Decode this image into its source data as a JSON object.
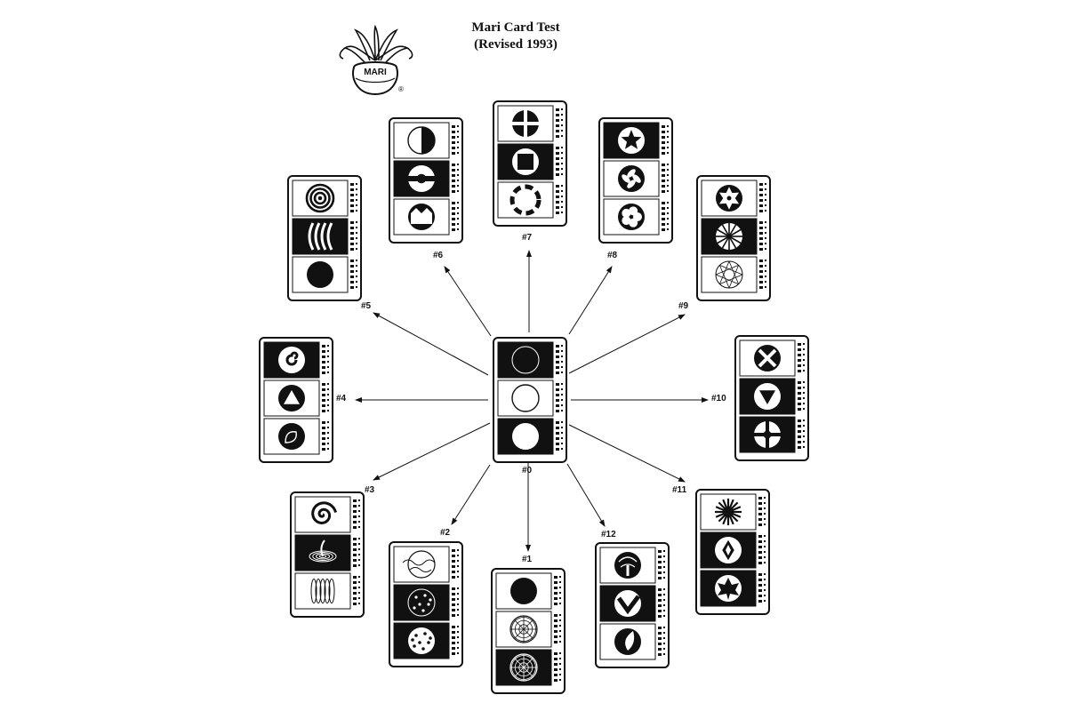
{
  "header": {
    "title_line1": "Mari Card Test",
    "title_line2": "(Revised 1993)",
    "logo_text": "MARI",
    "registered_mark": "®",
    "logo_icon": "lotus-flower-logo-icon"
  },
  "center_card": {
    "label": "#0",
    "symbols": [
      "black-circle-outlined-icon",
      "white-circle-icon",
      "white-disc-on-black-icon"
    ],
    "panels": [
      "dark",
      "light",
      "dark"
    ]
  },
  "cards": [
    {
      "label": "#1",
      "symbols": [
        "black-disc-icon",
        "web-sphere-icon",
        "dark-web-sphere-icon"
      ],
      "panels": [
        "light",
        "light",
        "dark"
      ]
    },
    {
      "label": "#2",
      "symbols": [
        "cloudy-moon-icon",
        "dotted-disc-icon",
        "dotted-white-disc-icon"
      ],
      "panels": [
        "light",
        "dark",
        "dark"
      ]
    },
    {
      "label": "#3",
      "symbols": [
        "spiral-icon",
        "whirlpool-icon",
        "coil-icon"
      ],
      "panels": [
        "light",
        "dark",
        "light"
      ]
    },
    {
      "label": "#4",
      "symbols": [
        "curl-icon",
        "triangle-up-icon",
        "leaf-outline-icon"
      ],
      "panels": [
        "dark",
        "light",
        "light"
      ]
    },
    {
      "label": "#5",
      "symbols": [
        "concentric-rings-icon",
        "wave-arcs-icon",
        "black-disc-icon"
      ],
      "panels": [
        "light",
        "dark",
        "light"
      ]
    },
    {
      "label": "#6",
      "symbols": [
        "half-disc-icon",
        "eye-disc-icon",
        "crown-disc-icon"
      ],
      "panels": [
        "light",
        "dark",
        "light"
      ]
    },
    {
      "label": "#7",
      "symbols": [
        "cross-disc-icon",
        "square-in-disc-icon",
        "notched-ring-icon"
      ],
      "panels": [
        "light",
        "dark",
        "light"
      ]
    },
    {
      "label": "#8",
      "symbols": [
        "star-in-disc-icon",
        "pinwheel-icon",
        "flower-icon"
      ],
      "panels": [
        "dark",
        "light",
        "light"
      ]
    },
    {
      "label": "#9",
      "symbols": [
        "six-point-star-icon",
        "starburst-icon",
        "geodesic-ring-icon"
      ],
      "panels": [
        "light",
        "dark",
        "light"
      ]
    },
    {
      "label": "#10",
      "symbols": [
        "x-in-disc-icon",
        "triangle-down-icon",
        "cross-target-icon"
      ],
      "panels": [
        "light",
        "dark",
        "dark"
      ]
    },
    {
      "label": "#11",
      "symbols": [
        "feather-burst-icon",
        "diamond-eye-icon",
        "maple-leaf-icon"
      ],
      "panels": [
        "light",
        "dark",
        "dark"
      ]
    },
    {
      "label": "#12",
      "symbols": [
        "tree-disc-icon",
        "check-disc-icon",
        "flame-disc-icon"
      ],
      "panels": [
        "light",
        "dark",
        "light"
      ]
    }
  ],
  "colors": {
    "ink": "#111111",
    "paper": "#ffffff"
  }
}
